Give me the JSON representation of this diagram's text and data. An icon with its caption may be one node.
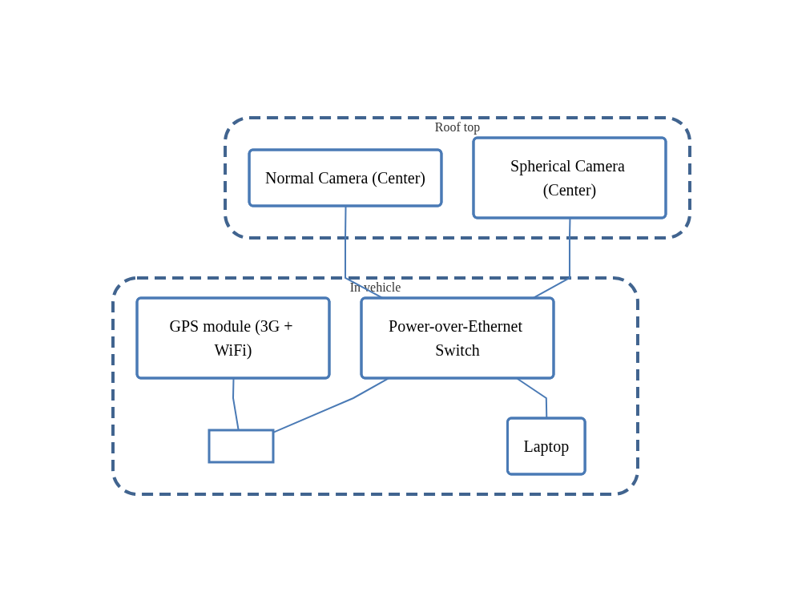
{
  "diagram": {
    "nodes": [
      {
        "text": [
          "Roof top"
        ]
      },
      {
        "text": [
          "Spherical Camera (Center)"
        ],
        "in": 0
      },
      {
        "text": [
          "Normal Camera (Center)"
        ],
        "in": 0
      },
      {
        "text": [
          "In vehicle"
        ]
      },
      {
        "text": [
          "Power-over-Ethernet Switch"
        ],
        "in": 3
      },
      {
        "text": [
          "GPS module (3G + WiFi)"
        ],
        "in": 3
      },
      {
        "text": [],
        "shape": "box",
        "in": 3
      },
      {
        "text": [
          "Laptop"
        ],
        "in": 3
      }
    ],
    "edges": [
      {
        "from": 1,
        "to": 4,
        "arrow": "none"
      },
      {
        "from": 2,
        "to": 4,
        "arrow": "none"
      },
      {
        "from": 4,
        "to": 6,
        "arrow": "none"
      },
      {
        "from": 4,
        "to": 7,
        "arrow": "none"
      },
      {
        "from": 5,
        "to": 6,
        "arrow": "none"
      }
    ]
  }
}
